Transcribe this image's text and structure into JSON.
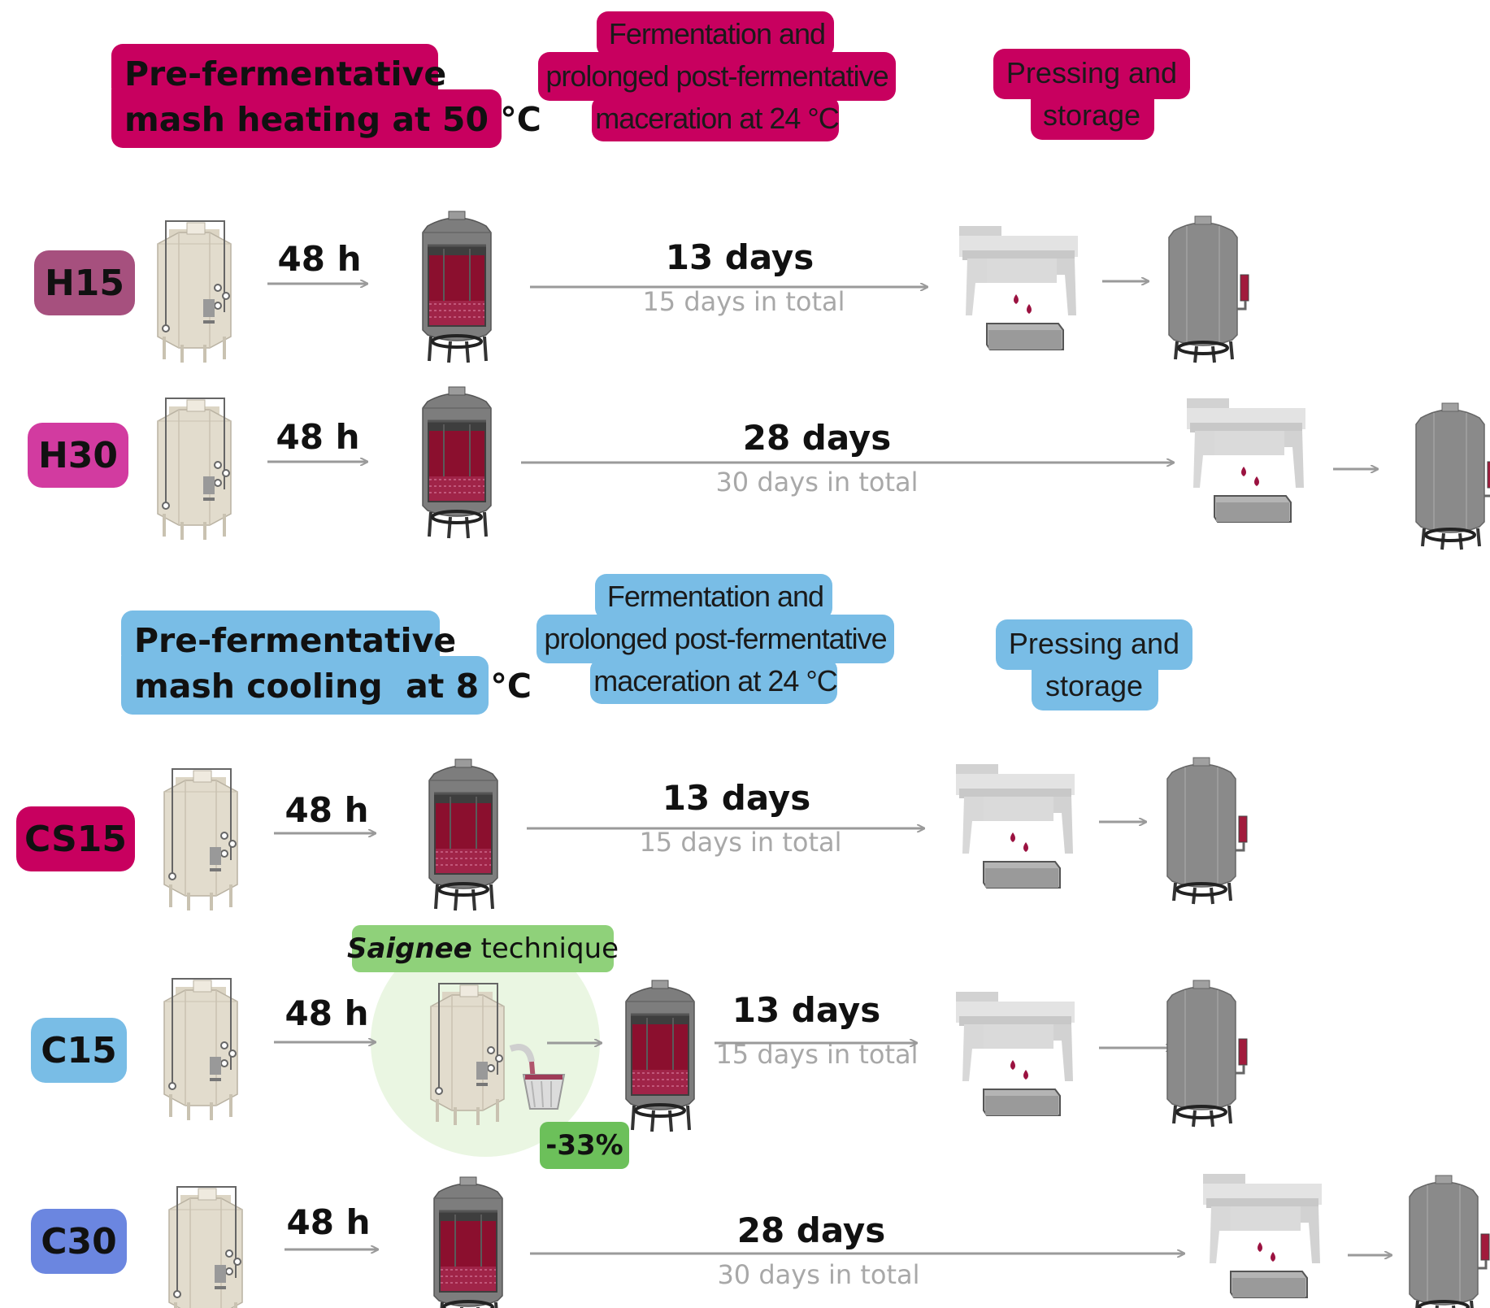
{
  "sections": {
    "heating": {
      "stage1": [
        "Pre-fermentative",
        "mash heating at 50 °C"
      ],
      "stage2": [
        "Fermentation and",
        "prolonged post-fermentative",
        "maceration at 24 °C"
      ],
      "stage3": [
        "Pressing and",
        "storage"
      ]
    },
    "cooling": {
      "stage1": [
        "Pre-fermentative",
        "mash cooling  at 8 °C"
      ],
      "stage2": [
        "Fermentation and",
        "prolonged post-fermentative",
        "maceration at 24 °C"
      ],
      "stage3": [
        "Pressing and",
        "storage"
      ]
    }
  },
  "rows": [
    {
      "id": "H15",
      "color": "#a6507e",
      "pre": "48 h",
      "days": "13 days",
      "total": "15 days in total"
    },
    {
      "id": "H30",
      "color": "#d23ba0",
      "pre": "48 h",
      "days": "28 days",
      "total": "30 days in total"
    },
    {
      "id": "CS15",
      "color": "#c8005f",
      "pre": "48 h",
      "days": "13 days",
      "total": "15 days in total"
    },
    {
      "id": "C15",
      "color": "#79bde6",
      "pre": "48 h",
      "days": "13 days",
      "total": "15 days in total"
    },
    {
      "id": "C30",
      "color": "#6b86e0",
      "pre": "48 h",
      "days": "28 days",
      "total": "30 days in total"
    }
  ],
  "saignee": {
    "italic": "Saignee",
    "rest": " technique",
    "reduction": "-33%"
  },
  "colors": {
    "magenta": "#c8005f",
    "blue": "#79bde6",
    "green": "#6cc05a",
    "arrow": "#9a9a9a"
  }
}
